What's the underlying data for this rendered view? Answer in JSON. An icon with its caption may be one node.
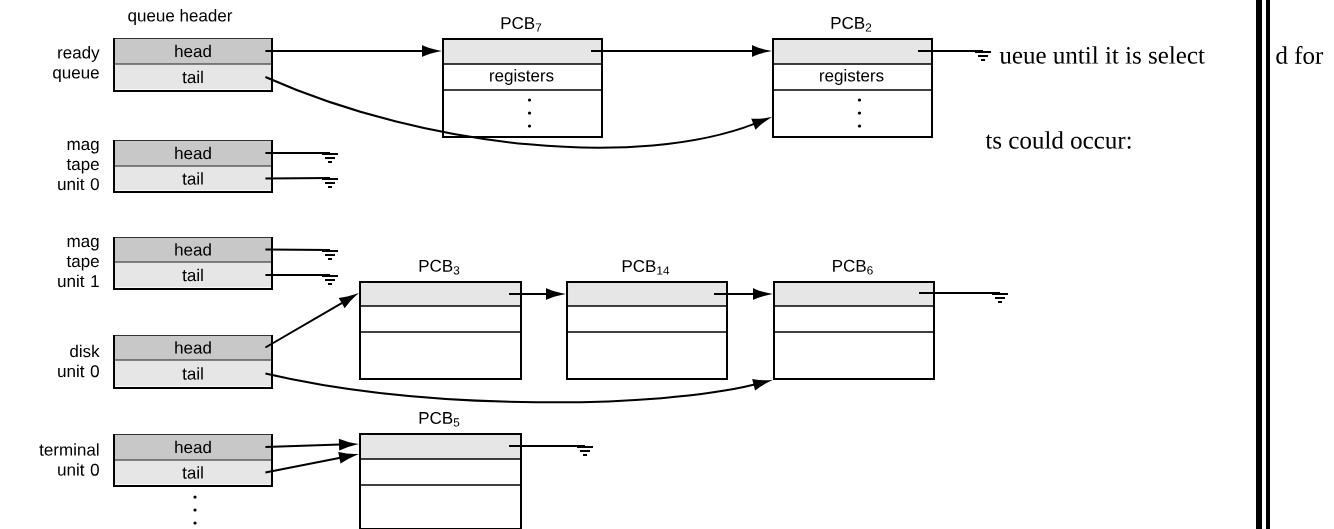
{
  "diagram": {
    "nodes": [
      {
        "text": [],
        "shape": "box",
        "beside": [
          "ready queue"
        ]
      },
      {
        "text": [
          "head"
        ],
        "in": 0
      },
      {
        "text": [
          "tail"
        ],
        "in": 0
      },
      {
        "text": [
          "PCB$_{7}$",
          "registers"
        ]
      },
      {
        "text": [
          "PCB$_{2}$",
          "registers"
        ]
      },
      {
        "text": [],
        "shape": "ground"
      },
      {
        "text": [],
        "shape": "box",
        "beside": [
          "mag tape unit 0"
        ]
      },
      {
        "text": [
          "head"
        ],
        "in": 6
      },
      {
        "text": [
          "tail"
        ],
        "in": 6
      },
      {
        "text": [],
        "shape": "ground"
      },
      {
        "text": [],
        "shape": "ground"
      },
      {
        "text": [],
        "shape": "box",
        "beside": [
          "mag tape unit 1"
        ]
      },
      {
        "text": [
          "head"
        ],
        "in": 11
      },
      {
        "text": [
          "tail"
        ],
        "in": 11
      },
      {
        "text": [],
        "shape": "ground"
      },
      {
        "text": [],
        "shape": "ground"
      },
      {
        "text": [],
        "shape": "box",
        "beside": [
          "disk unit 0"
        ]
      },
      {
        "text": [
          "head"
        ],
        "in": 16
      },
      {
        "text": [
          "tail"
        ],
        "in": 16
      },
      {
        "text": [
          "PCB$_{3}$"
        ]
      },
      {
        "text": [
          "PCB$_{14}$"
        ]
      },
      {
        "text": [
          "PCB$_{6}$"
        ]
      },
      {
        "text": [],
        "shape": "ground"
      },
      {
        "text": [],
        "shape": "box",
        "beside": [
          "terminal unit 0"
        ]
      },
      {
        "text": [
          "head"
        ],
        "in": 23
      },
      {
        "text": [
          "tail"
        ],
        "in": 23
      },
      {
        "text": [
          "PCB$_{5}$"
        ]
      },
      {
        "text": [],
        "shape": "ground"
      }
    ],
    "edges": [
      {
        "from": 1,
        "to": 3,
        "arrow": "to"
      },
      {
        "from": 3,
        "to": 4,
        "arrow": "to"
      },
      {
        "from": 4,
        "to": 5,
        "arrow": "none"
      },
      {
        "from": 2,
        "to": 4,
        "arrow": "to"
      },
      {
        "from": 7,
        "to": 9,
        "arrow": "none"
      },
      {
        "from": 8,
        "to": 10,
        "arrow": "none"
      },
      {
        "from": 12,
        "to": 14,
        "arrow": "none"
      },
      {
        "from": 13,
        "to": 15,
        "arrow": "none"
      },
      {
        "from": 17,
        "to": 19,
        "arrow": "to"
      },
      {
        "from": 19,
        "to": 20,
        "arrow": "to"
      },
      {
        "from": 20,
        "to": 21,
        "arrow": "to"
      },
      {
        "from": 21,
        "to": 22,
        "arrow": "none"
      },
      {
        "from": 18,
        "to": 21,
        "arrow": "to"
      },
      {
        "from": 24,
        "to": 26,
        "arrow": "to"
      },
      {
        "from": 25,
        "to": 26,
        "arrow": "to"
      },
      {
        "from": 26,
        "to": 27,
        "arrow": "none"
      }
    ],
    "labels": [
      "queue header",
      "ueue until it is select",
      "d for",
      "ts could occur:"
    ]
  }
}
